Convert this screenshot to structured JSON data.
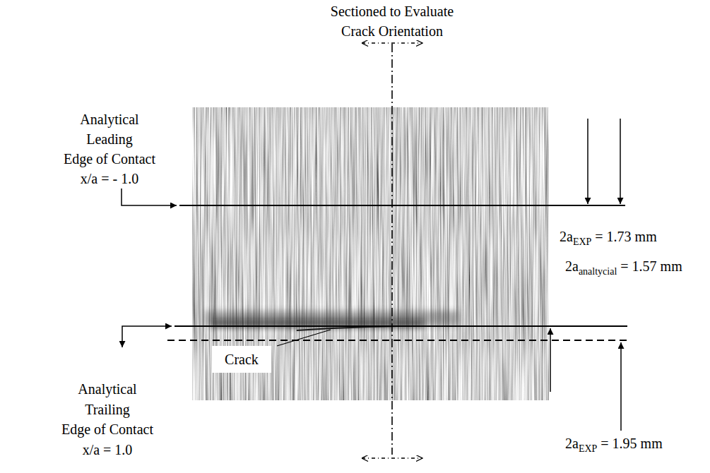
{
  "diagram": {
    "labels": [
      "Sectioned to Evaluate",
      "Crack Orientation",
      "Analytical",
      "Leading",
      "Edge of Contact",
      "x/a = - 1.0",
      "2a",
      "EXP",
      "= 1.73 mm",
      "2a",
      "analtycial",
      "= 1.57 mm",
      "Crack",
      "Analytical",
      "Trailing",
      "Edge of Contact",
      "x/a = 1.0",
      "2a",
      "EXP",
      "= 1.95 mm"
    ]
  }
}
